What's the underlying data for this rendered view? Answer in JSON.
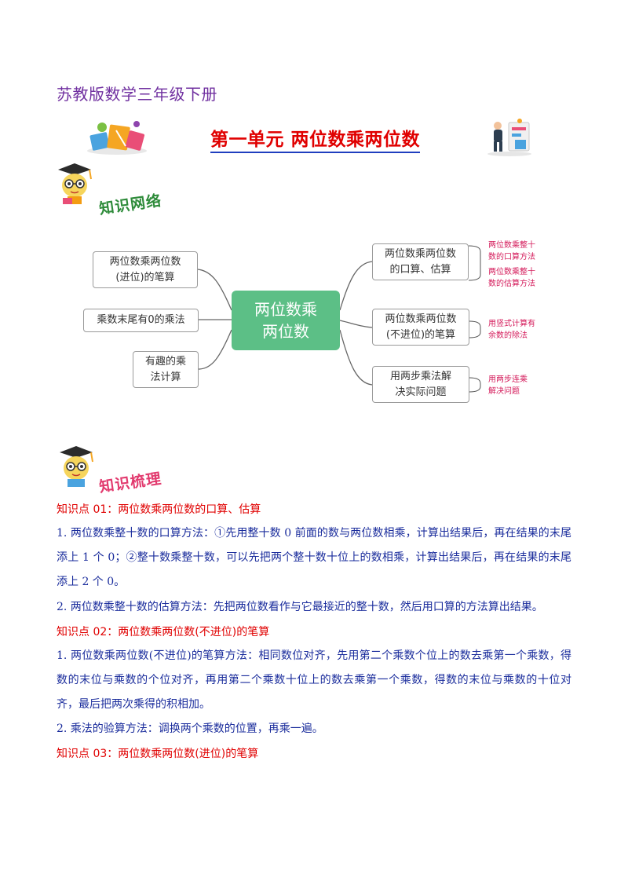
{
  "header": {
    "grade_title": "苏教版数学三年级下册",
    "unit_title": "第一单元  两位数乘两位数"
  },
  "sections": {
    "network_label": "知识网络",
    "summary_label": "知识梳理"
  },
  "mind_map": {
    "center": "两位数乘\n两位数",
    "left": [
      "两位数乘两位数\n(进位)的笔算",
      "乘数末尾有0的乘法",
      "有趣的乘\n法计算"
    ],
    "right": [
      "两位数乘两位数\n的口算、估算",
      "两位数乘两位数\n(不进位)的笔算",
      "用两步乘法解\n决实际问题"
    ],
    "notes": [
      "两位数乘整十\n数的口算方法",
      "两位数乘整十\n数的估算方法",
      "用竖式计算有\n余数的除法",
      "用两步连乘\n解决问题"
    ]
  },
  "knowledge": {
    "kp1_heading": "知识点 01：两位数乘两位数的口算、估算",
    "kp1_p1": "1. 两位数乘整十数的口算方法：①先用整十数 0 前面的数与两位数相乘，计算出结果后，再在结果的末尾添上 1 个 0；②整十数乘整十数，可以先把两个整十数十位上的数相乘，计算出结果后，再在结果的末尾添上 2 个 0。",
    "kp1_p2": "2. 两位数乘整十数的估算方法：先把两位数看作与它最接近的整十数，然后用口算的方法算出结果。",
    "kp2_heading": "知识点 02：两位数乘两位数(不进位)的笔算",
    "kp2_p1": "1. 两位数乘两位数(不进位)的笔算方法：相同数位对齐，先用第二个乘数个位上的数去乘第一个乘数，得数的末位与乘数的个位对齐，再用第二个乘数十位上的数去乘第一个乘数，得数的末位与乘数的十位对齐，最后把两次乘得的积相加。",
    "kp2_p2": "2. 乘法的验算方法：调换两个乘数的位置，再乘一遍。",
    "kp3_heading": "知识点 03：两位数乘两位数(进位)的笔算"
  },
  "icons": {
    "left_deco": "study-illustration-icon",
    "right_deco": "worker-illustration-icon",
    "mascot": "owl-scholar-icon"
  },
  "colors": {
    "grade_title": "#7030a0",
    "unit_title": "#e00000",
    "mind_center": "#5cbf86",
    "notes": "#d41a5a",
    "heading": "#e00000",
    "body_text": "#1a2c9c"
  }
}
